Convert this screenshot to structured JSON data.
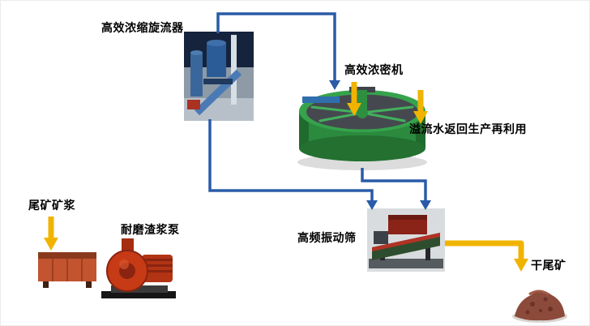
{
  "colors": {
    "arrow-yellow": "#F0B400",
    "line-blue": "#2A5BA8",
    "label-color": "#000000",
    "background": "#FFFFFF"
  },
  "labels": {
    "cyclone": "高效浓缩旋流器",
    "thickener": "高效浓密机",
    "overflow": "溢流水返回生产再利用",
    "slurry_feed": "尾矿矿浆",
    "slurry_pump": "耐磨渣浆泵",
    "vibrating_screen": "高频振动筛",
    "dry_tailings": "干尾矿"
  },
  "equipment": [
    "thickening-cyclone",
    "high-efficiency-thickener",
    "slurry-tank",
    "slurry-pump",
    "vibrating-screen",
    "dry-tailings-pile"
  ],
  "flows": [
    {
      "from": "thickening-cyclone",
      "to": "high-efficiency-thickener",
      "style": "blue-line"
    },
    {
      "from": "thickening-cyclone",
      "to": "vibrating-screen",
      "style": "blue-line"
    },
    {
      "from": "high-efficiency-thickener",
      "to": "vibrating-screen",
      "style": "blue-line"
    },
    {
      "from": "tailings-slurry",
      "to": "slurry-tank",
      "style": "yellow-arrow"
    },
    {
      "from": "feed",
      "to": "high-efficiency-thickener",
      "style": "yellow-arrow"
    },
    {
      "from": "high-efficiency-thickener",
      "to": "overflow-water-reuse",
      "style": "yellow-arrow"
    },
    {
      "from": "vibrating-screen",
      "to": "dry-tailings-pile",
      "style": "yellow-arrow"
    }
  ]
}
